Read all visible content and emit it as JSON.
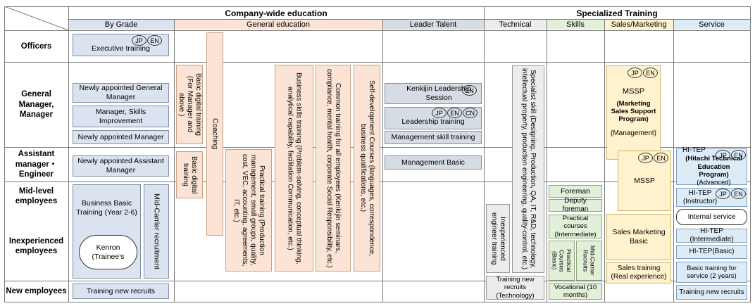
{
  "headers": {
    "company_wide": "Company-wide education",
    "specialized": "Specialized Training",
    "by_grade": "By Grade",
    "general_education": "General education",
    "leader_talent": "Leader Talent",
    "technical": "Technical",
    "skills": "Skills",
    "sales_marketing": "Sales/Marketing",
    "service": "Service"
  },
  "rows": {
    "officers": "Officers",
    "gm": "General Manager, Manager",
    "asst": "Assistant manager・Engineer",
    "mid": "Mid-level employees",
    "inexp": "Inexperienced employees",
    "new": "New employees"
  },
  "badges": {
    "jp": "JP",
    "en": "EN",
    "cn": "CN"
  },
  "by_grade": {
    "executive": "Executive training",
    "new_gm": "Newly appointed General Manager",
    "mgr_skills": "Manager, Skills Improvement",
    "new_mgr": "Newly appointed Manager",
    "new_asst": "Newly appointed Assistant Manager",
    "business_basic": "Business Basic Training (Year 2-6)",
    "kenron": "Kenron (Trainee's",
    "mid_career": "Mid-Carrier recruitment",
    "new_recruits": "Training new recruits"
  },
  "general": {
    "basic_digital_mgr": "Basic digital training (For Manager and above )",
    "basic_digital": "Basic digital training",
    "coaching": "Coaching",
    "practical": "Practical training (Production management, small groups, quality, cost, VEC, accounting, agreements, IT, etc.)",
    "business_skills": "Business skills training (Problem-solving, conceptual thinking, analytical capability, facilitation Communication, etc.)",
    "common": "Common training for all employees (Kenkijin seminars, compliance, mental health, corporate Social Responsibility, etc.)",
    "self_dev": "Self-development Courses (languages, correspondence, business qualifications, etc.)"
  },
  "leader": {
    "kenkijin": "Kenkijin Leadership Session",
    "leadership": "Leadership training",
    "mgmt_skill": "Management skill training",
    "mgmt_basic": "Management Basic"
  },
  "technical": {
    "specialist": "Specialist skill (Designing, Production, QA, IT, R&D, technology, intellectual property, production engineering, quality-control, etc.)",
    "inexp": "Inexperienced engineer training",
    "new_recruits": "Training new recruits (Technology)"
  },
  "skills": {
    "foreman": "Foreman",
    "deputy": "Deputy foreman",
    "practical_inter": "Practical courses (Intermediate)",
    "practical_basic": "Practical Courses (Basic)",
    "mid_career": "Mid-Carrier Recruits",
    "vocational": "Vocational (10 months)"
  },
  "sales": {
    "mssp_title": "MSSP",
    "mssp_sub": "(Marketing Sales Support Program)",
    "mssp_mgmt": "(Management)",
    "mssp2": "MSSP",
    "sales_basic": "Sales Marketing Basic",
    "sales_training": "Sales training (Real experience)"
  },
  "service": {
    "hitep": "HI-TEP",
    "hitep_sub": "(Hitachi Technical Education Program)",
    "hitep_adv": "(Advanced)",
    "hitep_instr": "HI-TEP (Instructor)",
    "internal": "Internal service",
    "hitep_inter": "HI-TEP (Intermediate)",
    "hitep_basic": "HI-TEP(Basic)",
    "basic_service": "Basic training for service (2 years)",
    "new_recruits": "Training new recruits"
  }
}
